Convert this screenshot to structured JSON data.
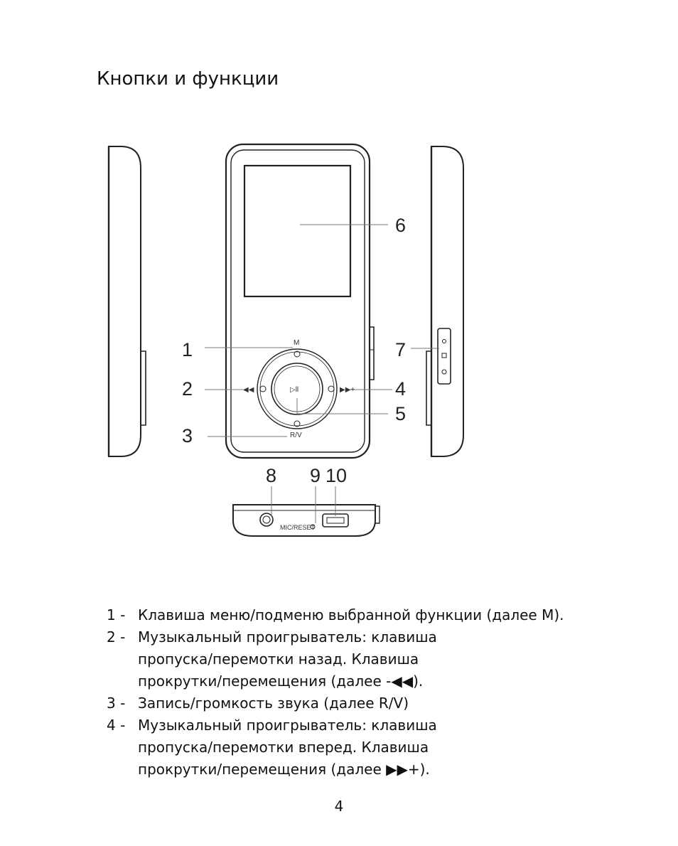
{
  "heading": "Кнопки и функции",
  "figure": {
    "callouts": [
      "1",
      "2",
      "3",
      "4",
      "5",
      "6",
      "7",
      "8",
      "9",
      "10"
    ],
    "button_labels": {
      "menu": "M",
      "rv": "R/V",
      "prev": "◀◀",
      "next": "▶▶+",
      "play": "▷ll"
    },
    "port_label": "MIC/RESET"
  },
  "items": [
    {
      "number": "1 -",
      "lines": [
        "Клавиша меню/подменю выбранной функции (далее M)."
      ]
    },
    {
      "number": "2 -",
      "lines": [
        "Музыкальный проигрыватель: клавиша",
        "пропуска/перемотки назад. Клавиша",
        "прокрутки/перемещения (далее -◀◀)."
      ]
    },
    {
      "number": "3 -",
      "lines": [
        "Запись/громкость звука (далее R/V)"
      ]
    },
    {
      "number": "4 -",
      "lines": [
        "Музыкальный проигрыватель: клавиша",
        "пропуска/перемотки вперед. Клавиша",
        "прокрутки/перемещения (далее ▶▶+)."
      ]
    }
  ],
  "page_number": "4"
}
